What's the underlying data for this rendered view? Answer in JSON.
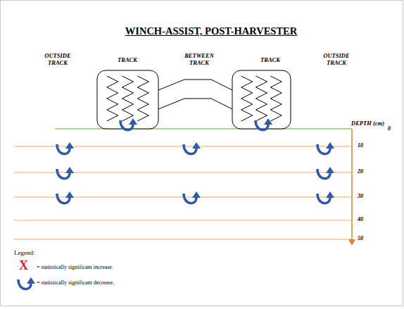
{
  "diagram": {
    "title": "WINCH-ASSIST, POST-HARVESTER",
    "labels": [
      "OUTSIDE TRACK",
      "TRACK",
      "BETWEEN TRACK",
      "TRACK",
      "OUTSIDE TRACK",
      "DEPTH (cm)",
      "0",
      "10",
      "20",
      "30",
      "40",
      "50",
      "Legend:",
      "X"
    ],
    "legend": [
      {
        "text": "= statistically significant increase."
      },
      {
        "text": "= statistically significant decrease."
      }
    ]
  }
}
